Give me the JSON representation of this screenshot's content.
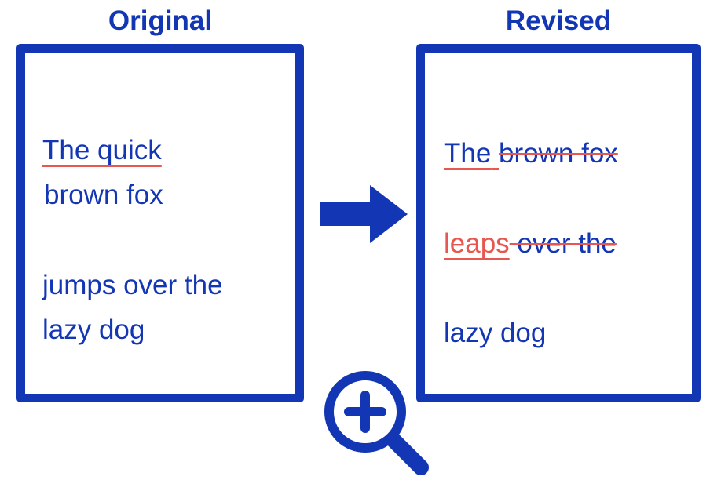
{
  "headings": {
    "original": "Original",
    "revised": "Revised"
  },
  "original": {
    "line1_marked": "The quick",
    "line2": "brown fox",
    "line3": "jumps over the",
    "line4": "lazy dog"
  },
  "revised": {
    "line1_word": "The",
    "line1_deleted": "brown fox",
    "line2_inserted": "leaps",
    "line2_rest": "over the",
    "line3": "lazy dog"
  },
  "icons": {
    "arrow": "right-arrow-icon",
    "zoom": "zoom-in-icon"
  },
  "colors": {
    "ink": "#1336b5",
    "markup": "#e8574f",
    "background": "#ffffff"
  }
}
